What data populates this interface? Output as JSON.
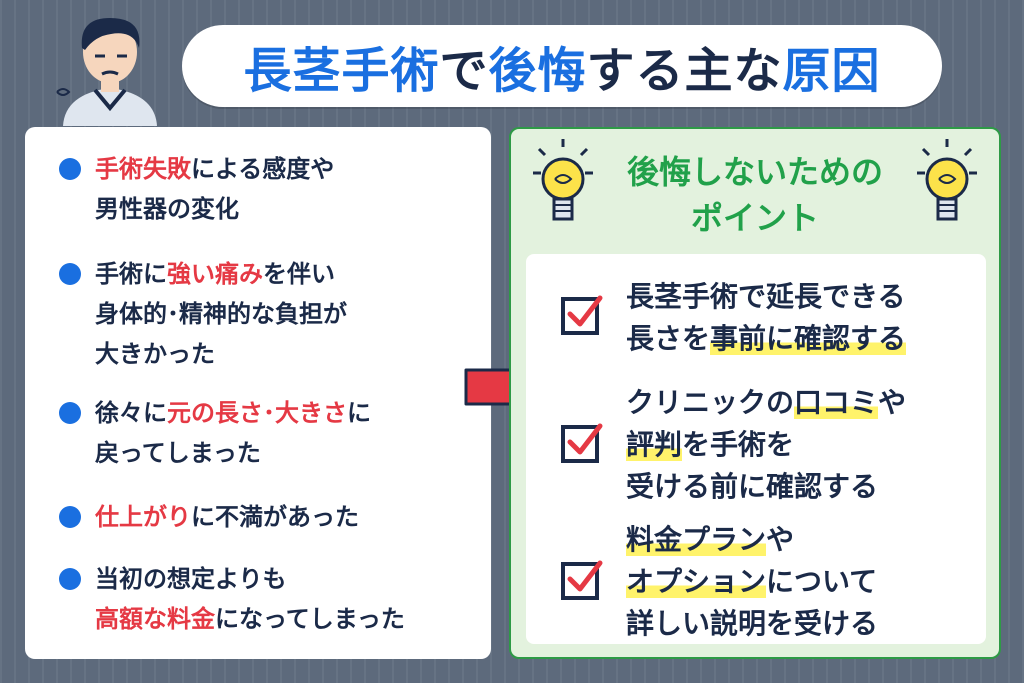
{
  "title": {
    "part1": "長茎手術",
    "part2": "で",
    "part3": "後悔",
    "part4": "する主な",
    "part5": "原因"
  },
  "causes": [
    {
      "line1_red": "手術失敗",
      "line1": "による感度や",
      "line2": "男性器の変化"
    },
    {
      "line1": "手術に",
      "line1_red": "強い痛み",
      "line1_tail": "を伴い",
      "line2": "身体的･精神的な負担が",
      "line3": "大きかった"
    },
    {
      "line1": "徐々に",
      "line1_red": "元の長さ･大きさ",
      "line1_tail": "に",
      "line2": "戻ってしまった"
    },
    {
      "line1_red": "仕上がり",
      "line1": "に不満があった"
    },
    {
      "line1": "当初の想定よりも",
      "line2_red": "高額な料金",
      "line2": "になってしまった"
    }
  ],
  "points": {
    "title_line1": "後悔しないための",
    "title_line2": "ポイント",
    "items": [
      {
        "line1": "長茎手術で延長できる",
        "line2_a": "長さを",
        "line2_hl": "事前に確認する"
      },
      {
        "line1_a": "クリニックの",
        "line1_hl": "口コミ",
        "line1_b": "や",
        "line2_hl": "評判",
        "line2": "を手術を",
        "line3": "受ける前に確認する"
      },
      {
        "line1_hl": "料金プラン",
        "line1": "や",
        "line2_hl": "オプション",
        "line2": "について",
        "line3": "詳しい説明を受ける"
      }
    ]
  },
  "colors": {
    "accent_blue": "#1a6fe0",
    "accent_red": "#e53944",
    "accent_green": "#21a14a",
    "highlight": "#fff36b",
    "navy": "#1b2a48"
  },
  "icons": [
    "worried-person-icon",
    "bullet-icon",
    "right-arrow-icon",
    "lightbulb-icon",
    "checkbox-icon"
  ]
}
